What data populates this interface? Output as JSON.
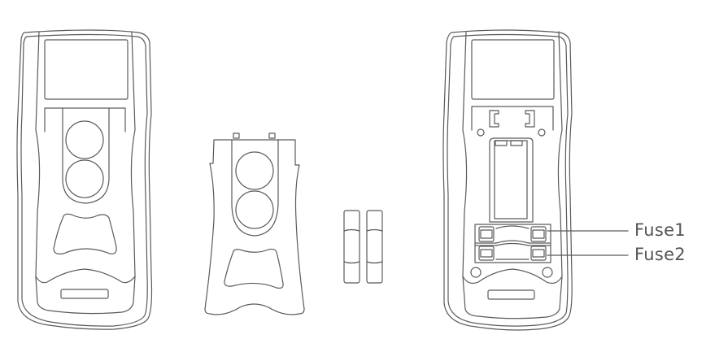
{
  "diagram": {
    "title": "",
    "stroke_color": "#5a5a5a",
    "background": "#ffffff",
    "views": [
      {
        "id": "front-assembled",
        "description": "Meter with holster and battery door installed"
      },
      {
        "id": "back-cover",
        "description": "Removed back cover with two round openings"
      },
      {
        "id": "fuses",
        "description": "Two cylindrical fuses"
      },
      {
        "id": "back-open",
        "description": "Meter with back cover removed showing fuse compartment"
      }
    ],
    "labels": {
      "fuse1": "Fuse1",
      "fuse2": "Fuse2"
    }
  }
}
